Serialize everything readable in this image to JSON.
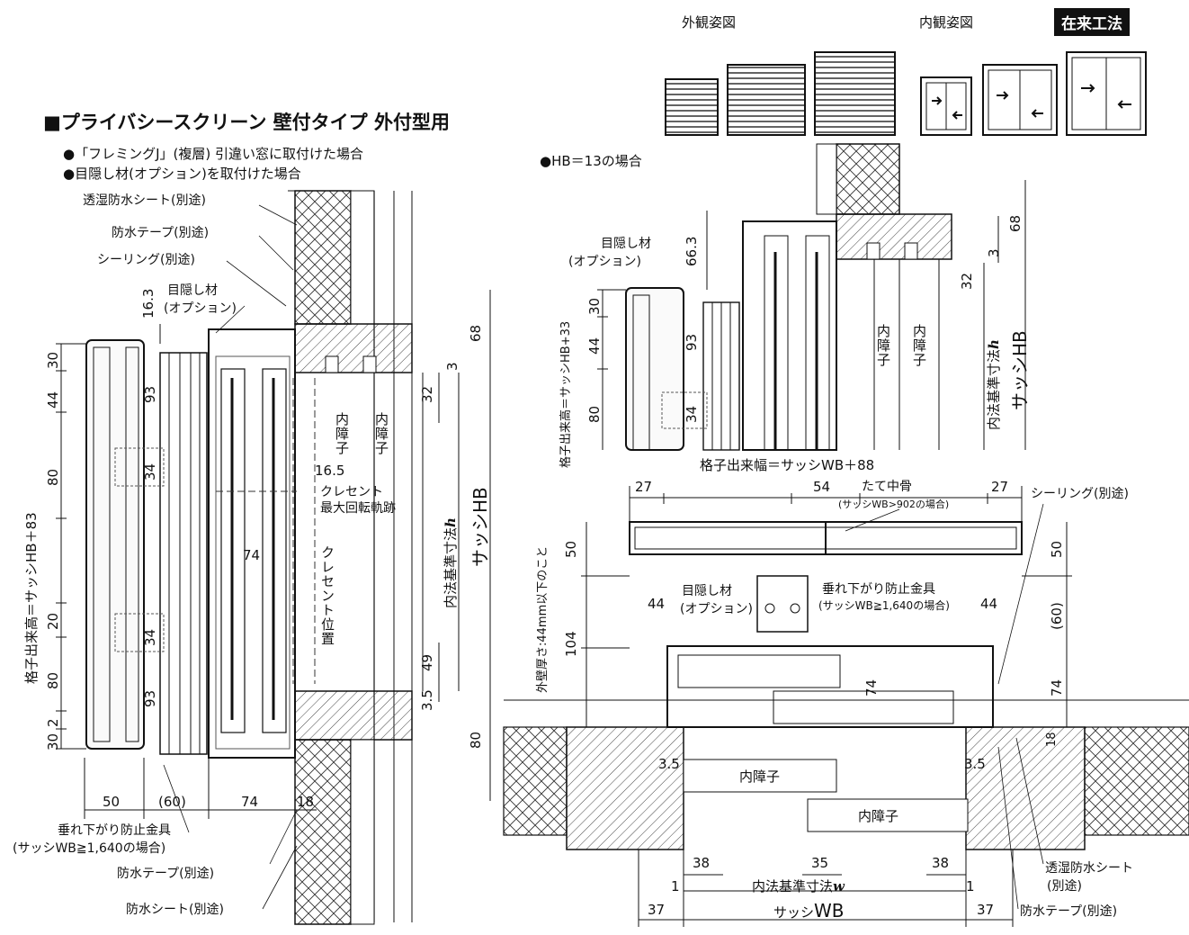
{
  "header": {
    "view_exterior": "外観姿図",
    "view_interior": "内観姿図",
    "badge": "在来工法"
  },
  "title": "■プライバシースクリーン 壁付タイプ 外付型用",
  "notes": {
    "left_1": "●「フレミングJ」(複層) 引違い窓に取付けた場合",
    "left_2": "●目隠し材(オプション)を取付けた場合",
    "right_1": "●HB＝13の場合"
  },
  "left_section": {
    "labels": {
      "moisture_sheet": "透湿防水シート(別途)",
      "tape_top": "防水テープ(別途)",
      "sealing": "シーリング(別途)",
      "screen_option_1": "目隠し材",
      "screen_option_2": "(オプション)",
      "inner_1": "内障子",
      "inner_2": "内障子",
      "crescent_1": "クレセント",
      "crescent_2": "最大回転軌跡",
      "crescent_pos": "クレセント位置",
      "height_formula": "格子出来高＝サッシHB＋83",
      "inner_std": "内法基準寸法",
      "inner_std_var": "h",
      "sash_hb": "サッシHB",
      "sag_fitting": "垂れ下がり防止金具",
      "sag_cond": "(サッシWB≧1,640の場合)",
      "tape_bottom": "防水テープ(別途)",
      "sheet_bottom": "防水シート(別途)"
    },
    "dims": {
      "d16_3": "16.3",
      "d30a": "30",
      "d44": "44",
      "d80a": "80",
      "d20": "20",
      "d80b": "80",
      "d30b": "30",
      "d2": "2",
      "d93a": "93",
      "d34a": "34",
      "d34b": "34",
      "d93b": "93",
      "d74": "74",
      "d16_5": "16.5",
      "d68": "68",
      "d3": "3",
      "d32": "32",
      "d49": "49",
      "d3_5": "3.5",
      "d80c": "80",
      "d50": "50",
      "d60": "(60)",
      "d74b": "74",
      "d18": "18"
    }
  },
  "right_top": {
    "labels": {
      "screen_option_1": "目隠し材",
      "screen_option_2": "(オプション)",
      "height_formula": "格子出来高＝サッシHB+33",
      "inner_1": "内障子",
      "inner_2": "内障子",
      "inner_std": "内法基準寸法",
      "inner_std_var": "h",
      "sash_hb": "サッシHB"
    },
    "dims": {
      "d66_3": "66.3",
      "d30": "30",
      "d44": "44",
      "d80": "80",
      "d93": "93",
      "d34": "34",
      "d68": "68",
      "d3": "3",
      "d32": "32"
    }
  },
  "right_bottom": {
    "labels": {
      "width_formula": "格子出来幅＝サッシWB＋88",
      "mullion": "たて中骨",
      "mullion_cond": "(サッシWB>902の場合)",
      "sealing": "シーリング(別途)",
      "wall_note": "外壁厚さ:44mm以下のこと",
      "screen_option_1": "目隠し材",
      "screen_option_2": "(オプション)",
      "sag_fitting": "垂れ下がり防止金具",
      "sag_cond": "(サッシWB≧1,640の場合)",
      "inner_1": "内障子",
      "inner_2": "内障子",
      "moisture_sheet_1": "透湿防水シート",
      "moisture_sheet_2": "(別途)",
      "tape": "防水テープ(別途)",
      "inner_std_w": "内法基準寸法",
      "inner_std_w_var": "w",
      "sash_wb": "サッシ",
      "sash_wb_2": "WB"
    },
    "dims": {
      "d27a": "27",
      "d54": "54",
      "d27b": "27",
      "d50a": "50",
      "d50b": "50",
      "d44a": "44",
      "d44b": "44",
      "d104": "104",
      "d60": "(60)",
      "d74a": "74",
      "d74b": "74",
      "d18": "18",
      "d3_5a": "3.5",
      "d3_5b": "3.5",
      "d38a": "38",
      "d35": "35",
      "d38b": "38",
      "d1a": "1",
      "d1b": "1",
      "d37a": "37",
      "d37b": "37"
    }
  }
}
